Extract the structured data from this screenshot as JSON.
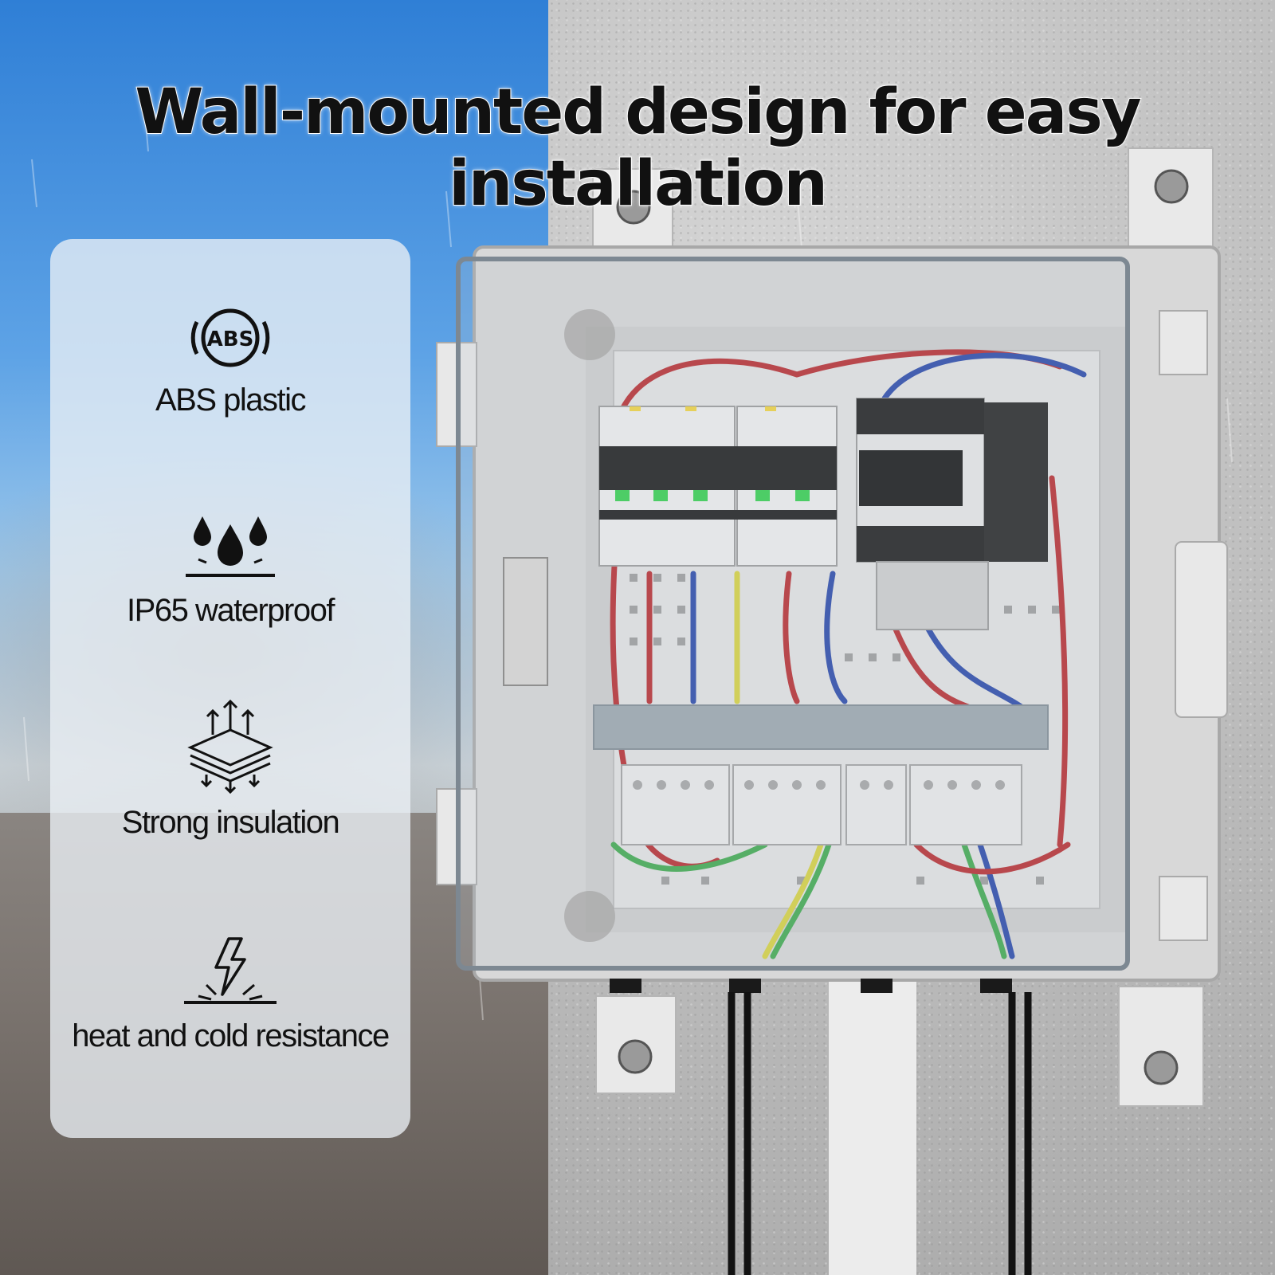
{
  "headline": "Wall-mounted design for easy installation",
  "features": [
    {
      "icon": "abs-badge-icon",
      "badge_text": "ABS",
      "label": "ABS plastic"
    },
    {
      "icon": "water-drops-icon",
      "label": "IP65 waterproof"
    },
    {
      "icon": "layered-insulation-icon",
      "label": "Strong insulation"
    },
    {
      "icon": "lightning-impact-icon",
      "label": "heat and cold resistance"
    }
  ],
  "colors": {
    "sky_blue": "#4f96e0",
    "wall_gray": "#c4c4c4",
    "panel_white": "#ebf0f5",
    "text_black": "#111111",
    "wire_red": "#b8262a",
    "wire_blue": "#2343a8",
    "wire_yellow": "#d8d23a",
    "wire_green": "#3aa84a"
  }
}
